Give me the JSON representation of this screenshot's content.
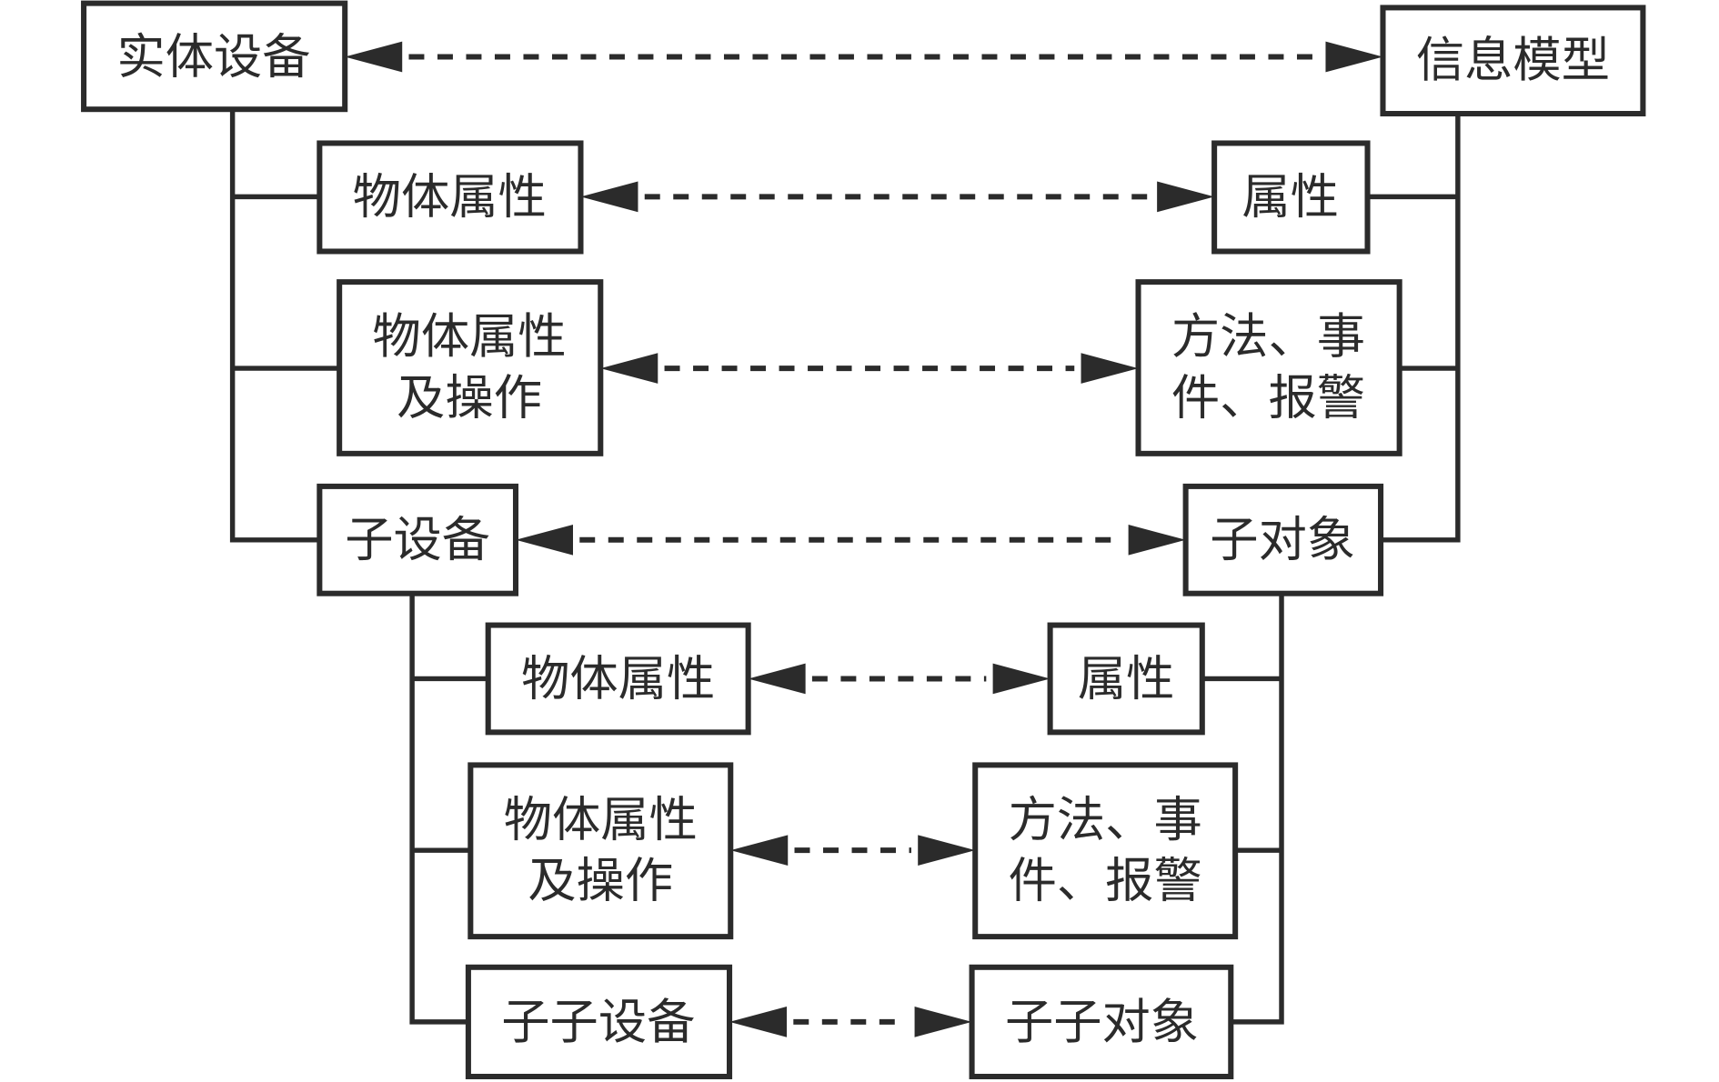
{
  "diagram": {
    "title": "实体设备与信息模型映射关系",
    "left_root": "实体设备",
    "right_root": "信息模型",
    "level1": {
      "left": [
        "物体属性",
        [
          "物体属性",
          "及操作"
        ],
        "子设备"
      ],
      "right": [
        "属性",
        [
          "方法、事",
          "件、报警"
        ],
        "子对象"
      ]
    },
    "level2": {
      "left": [
        "物体属性",
        [
          "物体属性",
          "及操作"
        ],
        "子子设备"
      ],
      "right": [
        "属性",
        [
          "方法、事",
          "件、报警"
        ],
        "子子对象"
      ]
    },
    "relation": "bidirectional-dashed-arrow",
    "colors": {
      "line": "#2b2b2b",
      "background": "#ffffff"
    }
  }
}
